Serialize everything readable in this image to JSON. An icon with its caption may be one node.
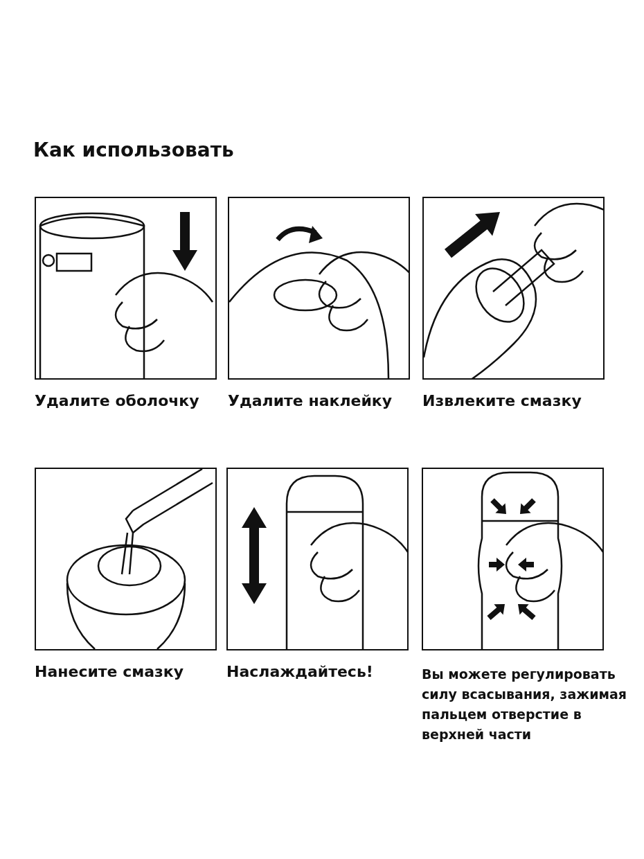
{
  "diagram": {
    "title": "Как использовать",
    "nodes": [
      {
        "text": [
          "Удалите оболочку"
        ]
      },
      {
        "text": [
          "Удалите наклейку"
        ]
      },
      {
        "text": [
          "Извлеките смазку"
        ]
      },
      {
        "text": [
          "Нанесите смазку"
        ]
      },
      {
        "text": [
          "Наслаждайтесь!"
        ]
      },
      {
        "text": [
          "Вы можете регулировать силу всасывания, зажимая пальцем отверстие в верхней части"
        ]
      }
    ],
    "edges": []
  }
}
